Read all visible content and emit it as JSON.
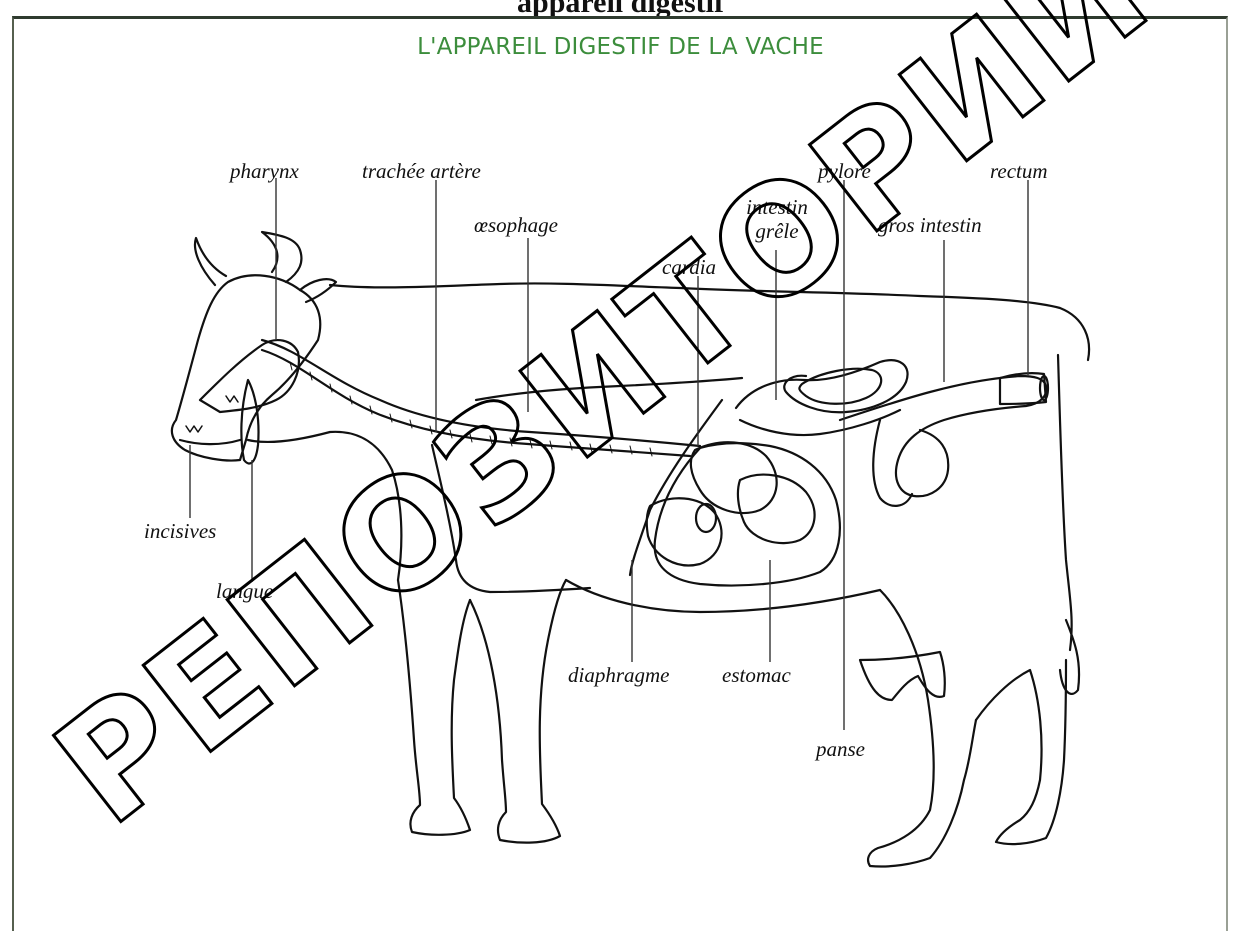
{
  "header": {
    "cut_text": "appareil digestif"
  },
  "diagram": {
    "title": "L'APPAREIL DIGESTIF DE LA VACHE",
    "labels": {
      "pharynx": "pharynx",
      "trachee": "trachée artère",
      "oesophage": "œsophage",
      "intestin_grele_1": "intestin",
      "intestin_grele_2": "grêle",
      "pylore": "pylore",
      "rectum": "rectum",
      "gros_intestin": "gros intestin",
      "cardia": "cardia",
      "incisives": "incisives",
      "langue": "langue",
      "diaphragme": "diaphragme",
      "estomac": "estomac",
      "panse": "panse"
    }
  },
  "watermark": {
    "text": "РЕПОЗИТОРИЙ УО"
  }
}
